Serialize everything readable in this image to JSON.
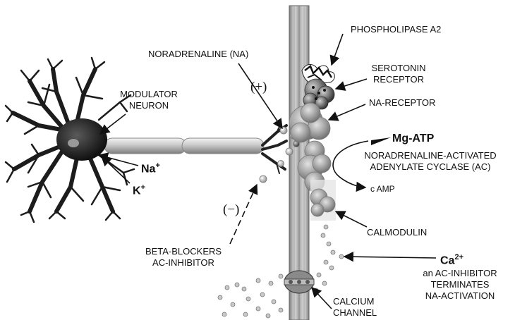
{
  "labels": {
    "phospholipase": "PHOSPHOLIPASE A2",
    "noradrenaline": "NORADRENALINE (NA)",
    "serotonin_line1": "SEROTONIN",
    "serotonin_line2": "RECEPTOR",
    "modulator_line1": "MODULATOR",
    "modulator_line2": "NEURON",
    "na_receptor": "NA-RECEPTOR",
    "mg_atp": "Mg-ATP",
    "ac_line1": "NORADRENALINE-ACTIVATED",
    "ac_line2": "ADENYLATE CYCLASE (AC)",
    "camp": "c AMP",
    "sodium": "Na",
    "sodium_charge": "+",
    "potassium": "K",
    "potassium_charge": "+",
    "plus_sign": "(+)",
    "minus_sign": "(−)",
    "calmodulin": "CALMODULIN",
    "beta_line1": "BETA-BLOCKERS",
    "beta_line2": "AC-INHIBITOR",
    "calcium_ion": "Ca",
    "calcium_charge": "2+",
    "ac_inhib_line1": "an AC-INHIBITOR",
    "ac_inhib_line2": "TERMINATES",
    "ac_inhib_line3": "NA-ACTIVATION",
    "channel_line1": "CALCIUM",
    "channel_line2": "CHANNEL"
  }
}
